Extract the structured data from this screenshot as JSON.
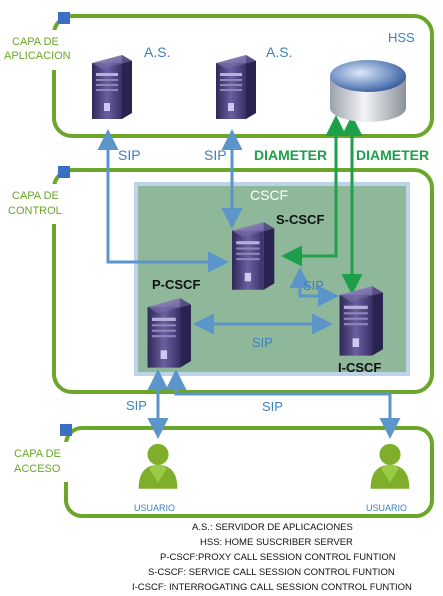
{
  "layers": {
    "application": {
      "label_line1": "CAPA DE",
      "label_line2": "APLICACION"
    },
    "control": {
      "label_line1": "CAPA DE",
      "label_line2": "CONTROL"
    },
    "access": {
      "label_line1": "CAPA DE",
      "label_line2": "ACCESO"
    }
  },
  "nodes": {
    "as1": "A.S.",
    "as2": "A.S.",
    "hss": "HSS",
    "cscf_group": "CSCF",
    "s_cscf": "S-CSCF",
    "p_cscf": "P-CSCF",
    "i_cscf": "I-CSCF",
    "user1": "USUARIO",
    "user2": "USUARIO"
  },
  "links": {
    "sip_as1": "SIP",
    "sip_as2": "SIP",
    "diameter1": "DIAMETER",
    "diameter2": "DIAMETER",
    "sip_s_i": "SIP",
    "sip_p_i": "SIP",
    "sip_user1": "SIP",
    "sip_user2": "SIP"
  },
  "legend": [
    "A.S.: SERVIDOR DE APLICACIONES",
    "HSS: HOME SUSCRIBER SERVER",
    "P-CSCF:PROXY CALL SESSION CONTROL FUNTION",
    "S-CSCF: SERVICE CALL SESSION CONTROL FUNTION",
    "I-CSCF: INTERROGATING CALL SESSION CONTROL FUNTION"
  ],
  "colors": {
    "layer_border": "#6aa62a",
    "layer_marker": "#3a6fc4",
    "sip_line": "#5b95c9",
    "diameter_line": "#1ea04a",
    "cscf_fill": "#8fb89a",
    "cscf_border": "#bcd3e8",
    "server": "#4a3f78",
    "user": "#7fae2a"
  }
}
